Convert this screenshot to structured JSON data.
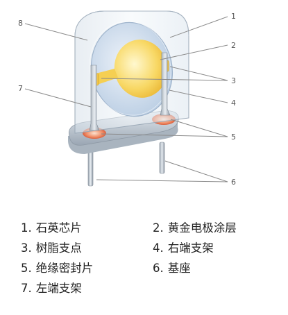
{
  "callouts": {
    "c1": "1",
    "c2": "2",
    "c3": "3",
    "c4": "4",
    "c5": "5",
    "c6": "6",
    "c7": "7",
    "c8": "8"
  },
  "legend": [
    [
      {
        "num": "1.",
        "text": "石英芯片"
      },
      {
        "num": "2.",
        "text": "黄金电极涂层"
      }
    ],
    [
      {
        "num": "3.",
        "text": "树脂支点"
      },
      {
        "num": "4.",
        "text": "右端支架"
      }
    ],
    [
      {
        "num": "5.",
        "text": "绝缘密封片"
      },
      {
        "num": "6.",
        "text": "基座"
      }
    ],
    [
      {
        "num": "7.",
        "text": "左端支架"
      }
    ]
  ],
  "colors": {
    "housing": "#e6eef4",
    "disc": "#c9d8ea",
    "electrode": "#f3c34d",
    "base": "#b5bfca",
    "seal": "#e7795a"
  }
}
